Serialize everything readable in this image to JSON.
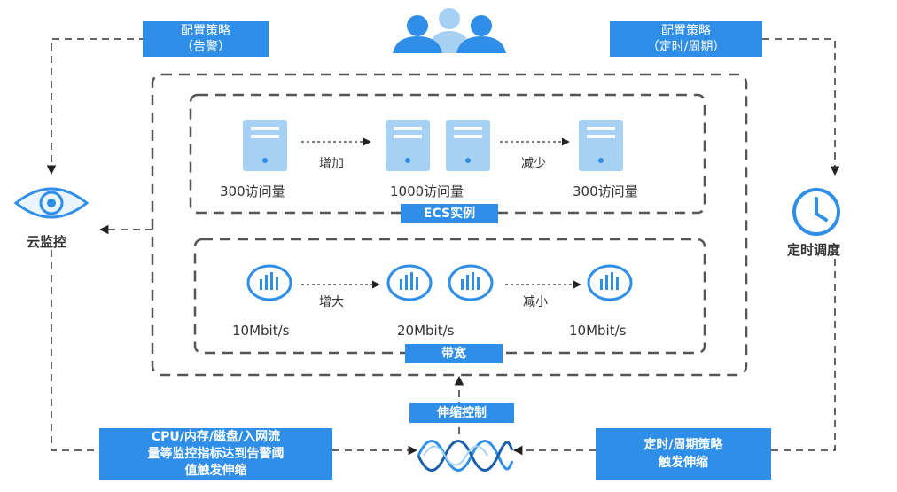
{
  "top_left_box": {
    "line1": "配置策略",
    "line2": "（告警）"
  },
  "top_right_box": {
    "line1": "配置策略",
    "line2": "（定时/周期）"
  },
  "left_node": {
    "label": "云监控"
  },
  "right_node": {
    "label": "定时调度"
  },
  "ecs_group": {
    "tag": "ECS实例",
    "left_value": "300访问量",
    "middle_value": "1000访问量",
    "right_value": "300访问量",
    "increase_label": "增加",
    "decrease_label": "减少"
  },
  "bandwidth_group": {
    "tag": "带宽",
    "left_value": "10Mbit/s",
    "middle_value": "20Mbit/s",
    "right_value": "10Mbit/s",
    "increase_label": "增大",
    "decrease_label": "减小"
  },
  "scaling_control": {
    "label": "伸缩控制"
  },
  "bottom_left_box": {
    "line1": "CPU/内存/磁盘/入网流",
    "line2": "量等监控指标达到告警阈",
    "line3": "值触发伸缩"
  },
  "bottom_right_box": {
    "line1": "定时/周期策略",
    "line2": "触发伸缩"
  },
  "colors": {
    "accent": "#2f8fe8",
    "light_accent": "#a7d0f5",
    "line": "#333333",
    "outer_dash": "#555555"
  }
}
